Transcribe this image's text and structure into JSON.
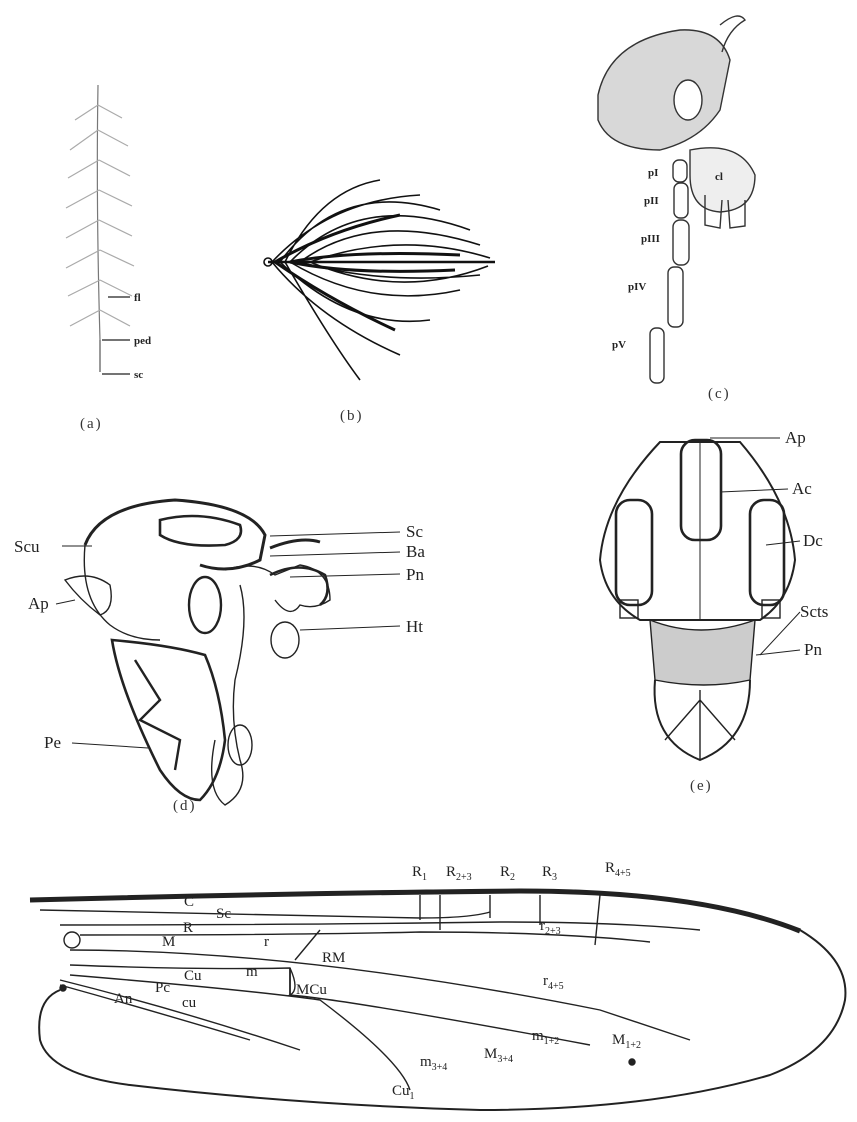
{
  "panels": {
    "a": {
      "caption": "(a)",
      "labels": [
        "fl",
        "ped",
        "sc"
      ]
    },
    "b": {
      "caption": "(b)"
    },
    "c": {
      "caption": "(c)",
      "labels": [
        "cl",
        "pI",
        "pII",
        "pIII",
        "pIV",
        "pV"
      ]
    },
    "d": {
      "caption": "(d)",
      "labels": [
        "Scu",
        "Ap",
        "Pe",
        "Sc",
        "Ba",
        "Pn",
        "Ht"
      ]
    },
    "e": {
      "caption": "(e)",
      "labels": [
        "Ap",
        "Ac",
        "Dc",
        "Scts",
        "Pn"
      ]
    },
    "wing": {
      "labels": {
        "R1": {
          "base": "R",
          "sub": "1"
        },
        "R23": {
          "base": "R",
          "sub": "2+3"
        },
        "R2": {
          "base": "R",
          "sub": "2"
        },
        "R3": {
          "base": "R",
          "sub": "3"
        },
        "R45": {
          "base": "R",
          "sub": "4+5"
        },
        "C": "C",
        "Sc": "Sc",
        "R": "R",
        "r": "r",
        "r23": {
          "base": "r",
          "sub": "2+3"
        },
        "M": "M",
        "RM": "RM",
        "m": "m",
        "r45": {
          "base": "r",
          "sub": "4+5"
        },
        "Cu": "Cu",
        "MCu": "MCu",
        "Pc": "Pc",
        "An": "An",
        "cu": "cu",
        "m12": {
          "base": "m",
          "sub": "1+2"
        },
        "M12": {
          "base": "M",
          "sub": "1+2"
        },
        "M34": {
          "base": "M",
          "sub": "3+4"
        },
        "m34": {
          "base": "m",
          "sub": "3+4"
        },
        "Cu1": {
          "base": "Cu",
          "sub": "1"
        }
      }
    }
  }
}
